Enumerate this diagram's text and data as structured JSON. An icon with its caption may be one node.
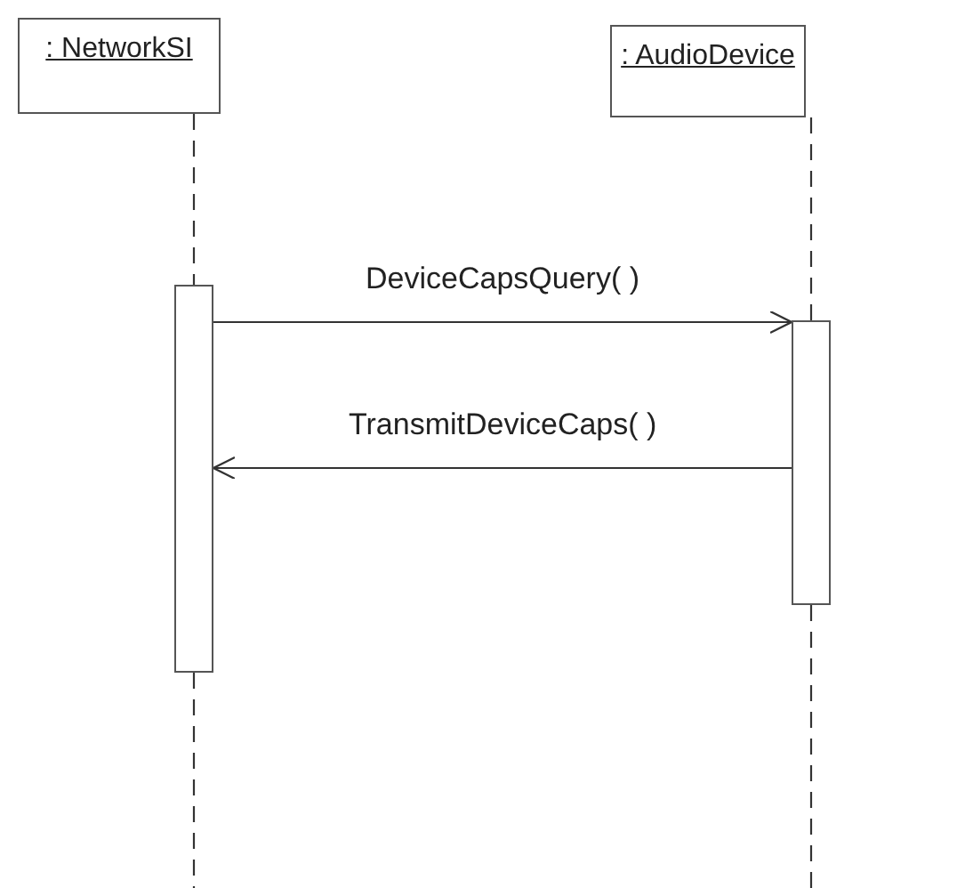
{
  "diagram": {
    "nodes": [
      {
        "text": [
          ": NetworkSI"
        ]
      },
      {
        "text": [
          ": AudioDevice"
        ]
      },
      {
        "text": [],
        "shape": "bar"
      },
      {
        "text": [],
        "shape": "bar"
      }
    ],
    "edges": [
      {
        "from": 0,
        "to": 2,
        "arrow": "none",
        "style": "dashed"
      },
      {
        "from": 1,
        "to": 3,
        "arrow": "none",
        "style": "dashed"
      },
      {
        "from": 2,
        "to": 3,
        "arrow": "to",
        "label": "DeviceCapsQuery( )"
      },
      {
        "from": 3,
        "to": 2,
        "arrow": "to",
        "label": "TransmitDeviceCaps( )"
      },
      {
        "from": 2,
        "to": null,
        "arrow": "none",
        "style": "dashed"
      },
      {
        "from": 3,
        "to": null,
        "arrow": "none",
        "style": "dashed"
      }
    ]
  }
}
